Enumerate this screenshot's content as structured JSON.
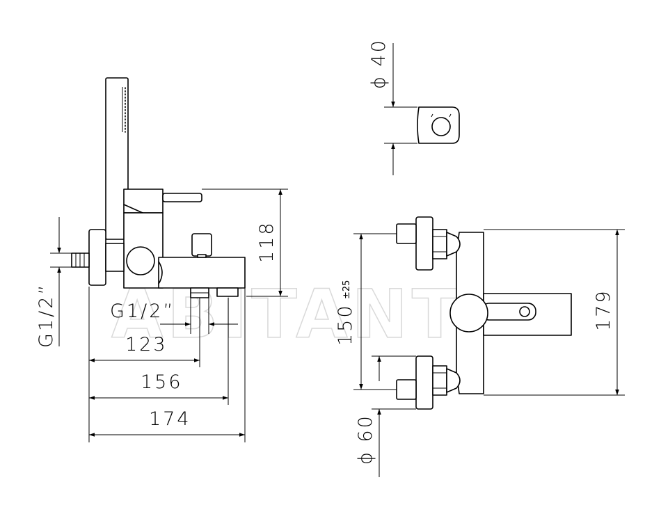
{
  "watermark": "ABITANT",
  "dimensions": {
    "side_inlet_thread": "G1/2”",
    "bottom_outlet_thread": "G1/2”",
    "width_123": "123",
    "width_156": "156",
    "width_174": "174",
    "height_118": "118",
    "holder_diameter": "ϕ 40",
    "centers_150": "150",
    "centers_tolerance": "±25",
    "depth_179": "179",
    "flange_diameter": "ϕ 60"
  },
  "colors": {
    "line": "#000000",
    "background": "#ffffff",
    "watermark": "#d9d9d9"
  }
}
